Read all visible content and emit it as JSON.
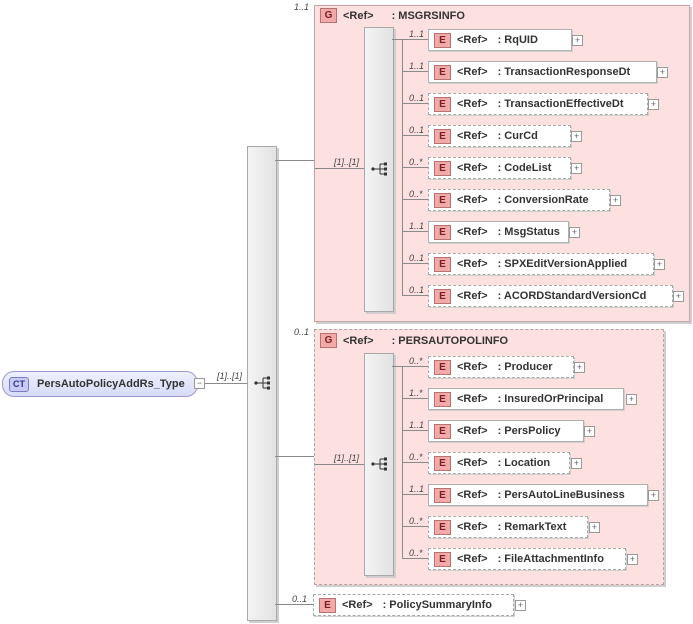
{
  "root": {
    "badge": "CT",
    "name": "PersAutoPolicyAddRs_Type",
    "card": "[1]..[1]",
    "collapse": "−"
  },
  "groups": [
    {
      "badge": "G",
      "ref": "<Ref>",
      "name": ": MSGRSINFO",
      "card": "1..1",
      "seq_card": "[1]..[1]",
      "elements": [
        {
          "card": "1..1",
          "ref": "<Ref>",
          "name": ": RqUID",
          "optional": false
        },
        {
          "card": "1..1",
          "ref": "<Ref>",
          "name": ": TransactionResponseDt",
          "optional": false
        },
        {
          "card": "0..1",
          "ref": "<Ref>",
          "name": ": TransactionEffectiveDt",
          "optional": true
        },
        {
          "card": "0..1",
          "ref": "<Ref>",
          "name": ": CurCd",
          "optional": true
        },
        {
          "card": "0..*",
          "ref": "<Ref>",
          "name": ": CodeList",
          "optional": true
        },
        {
          "card": "0..*",
          "ref": "<Ref>",
          "name": ": ConversionRate",
          "optional": true
        },
        {
          "card": "1..1",
          "ref": "<Ref>",
          "name": ": MsgStatus",
          "optional": false
        },
        {
          "card": "0..1",
          "ref": "<Ref>",
          "name": ": SPXEditVersionApplied",
          "optional": true
        },
        {
          "card": "0..1",
          "ref": "<Ref>",
          "name": ": ACORDStandardVersionCd",
          "optional": true
        }
      ]
    },
    {
      "badge": "G",
      "ref": "<Ref>",
      "name": ": PERSAUTOPOLINFO",
      "card": "0..1",
      "seq_card": "[1]..[1]",
      "elements": [
        {
          "card": "0..*",
          "ref": "<Ref>",
          "name": ": Producer",
          "optional": true
        },
        {
          "card": "1..*",
          "ref": "<Ref>",
          "name": ": InsuredOrPrincipal",
          "optional": false
        },
        {
          "card": "1..1",
          "ref": "<Ref>",
          "name": ": PersPolicy",
          "optional": false
        },
        {
          "card": "0..*",
          "ref": "<Ref>",
          "name": ": Location",
          "optional": true
        },
        {
          "card": "1..1",
          "ref": "<Ref>",
          "name": ": PersAutoLineBusiness",
          "optional": false
        },
        {
          "card": "0..*",
          "ref": "<Ref>",
          "name": ": RemarkText",
          "optional": true
        },
        {
          "card": "0..*",
          "ref": "<Ref>",
          "name": ": FileAttachmentInfo",
          "optional": true
        }
      ]
    }
  ],
  "tail_element": {
    "card": "0..1",
    "badge": "E",
    "ref": "<Ref>",
    "name": ": PolicySummaryInfo",
    "optional": true
  },
  "element_badge": "E",
  "expand_glyph": "+",
  "colors": {
    "group_fill": "#fde0e0",
    "element_badge": "#f3a9a9",
    "complex_type": "#d8dbf7"
  }
}
